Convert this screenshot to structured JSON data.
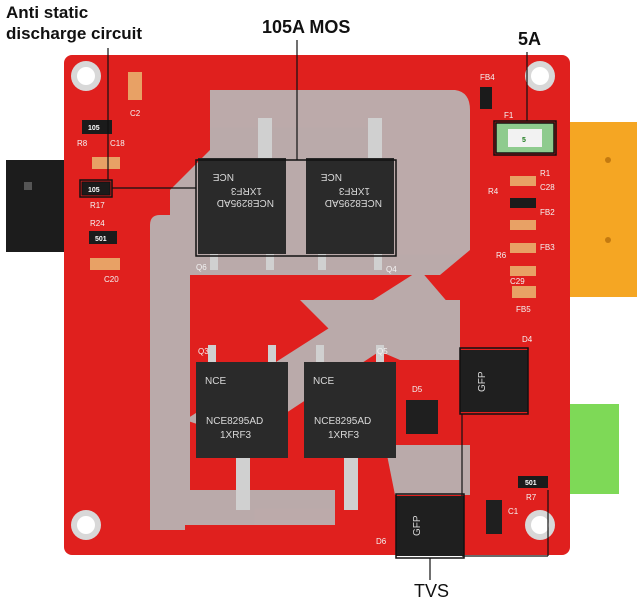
{
  "callouts": {
    "anti_static_line1": "Anti static",
    "anti_static_line2": "discharge circuit",
    "mos": "105A MOS",
    "fuse": "5A",
    "tvs": "TVS"
  },
  "silkscreen": {
    "r8": "R8",
    "c18": "C18",
    "r17": "R17",
    "r24": "R24",
    "c20": "C20",
    "c2": "C2",
    "q6": "Q6",
    "q4": "Q4",
    "q3": "Q3",
    "q5": "Q5",
    "d5": "D5",
    "d4": "D4",
    "d6": "D6",
    "fb4": "FB4",
    "f1": "F1",
    "r1": "R1",
    "c28": "C28",
    "r4": "R4",
    "fb2": "FB2",
    "fb3": "FB3",
    "r6": "R6",
    "c29": "C29",
    "fb5": "FB5",
    "r7": "R7",
    "c1": "C1"
  },
  "resistor_codes": {
    "r8": "105",
    "r17": "105",
    "r24": "501",
    "r7": "501"
  },
  "chip_markings": {
    "upper_left": [
      "NCE8295AD",
      "1XRF3"
    ],
    "upper_right": [
      "NCE8295AD",
      "1XRF3"
    ],
    "lower_left": [
      "NCE8295AD",
      "1XRF3"
    ],
    "lower_right": [
      "NCE8295AD",
      "1XRF3"
    ],
    "nce_logo": "NCE",
    "tvs_marking": "GFP",
    "fuse_marking": "5"
  },
  "colors": {
    "pcb": "#e0201e",
    "copper": "#b9b2b2",
    "chip": "#2a2a2a",
    "connector_orange": "#f5a623",
    "connector_green": "#7ed957"
  }
}
